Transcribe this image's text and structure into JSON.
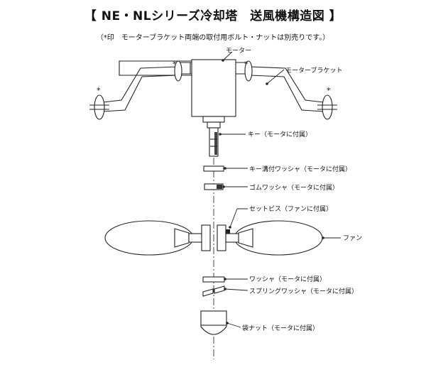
{
  "title": "【 NE・NLシリーズ冷却塔　送風機構造図 】",
  "note": "（*印　モーターブラケット両端の取付用ボルト・ナットは別売りです。）",
  "asterisk": "*",
  "labels": {
    "motor": "モーター",
    "motor_bracket": "モーターブラケット",
    "key": "キー（モータに付属）",
    "key_washer": "キー溝付ワッシャ（モータに付属）",
    "rubber_washer": "ゴムワッシャ（モータに付属）",
    "set_screw": "セットビス（ファンに付属）",
    "fan": "ファン",
    "washer": "ワッシャ（モータに付属）",
    "spring_washer": "スプリングワッシャ（モータに付属）",
    "cap_nut": "袋ナット（モータに付属）"
  }
}
